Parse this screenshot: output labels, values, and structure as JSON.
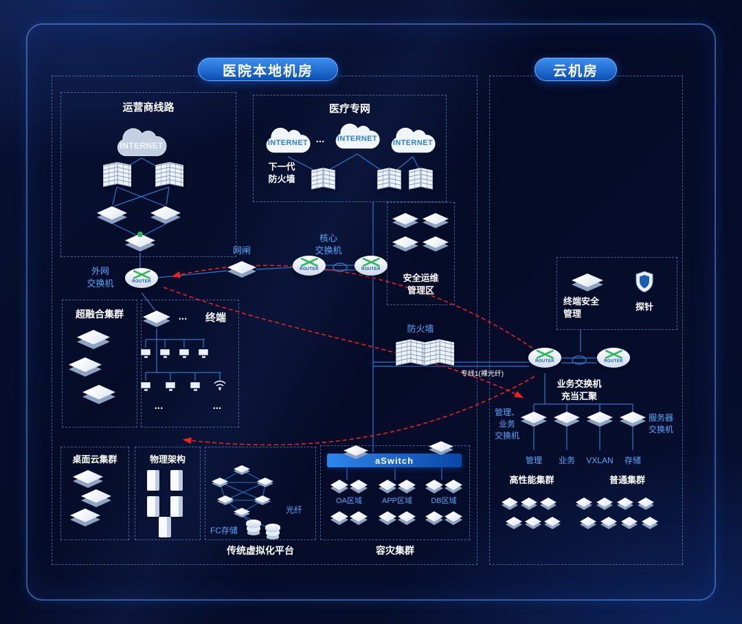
{
  "shared": {
    "router_label": "ROUTER",
    "internet": "INTERNET",
    "dots": "..."
  },
  "colors": {
    "accent_blue": "#2f86ea",
    "line_blue": "#2f7fd8",
    "label_blue": "#56a8ff",
    "alert_red": "#ee2222",
    "background": "#060d2e"
  },
  "hospital": {
    "badge": "医院本地机房",
    "carrier": {
      "title": "运营商线路"
    },
    "medical": {
      "title": "医疗专网",
      "ngfw": "下一代\n防火墙"
    },
    "gateway": "网闸",
    "core_switch": "核心\n交换机",
    "sec_ops": "安全运维\n管理区",
    "ext_switch": "外网\n交换机",
    "hci": "超融合集群",
    "terminal": "终端",
    "firewall": "防火墙",
    "leased_line": "专线1(裸光纤)",
    "desktop_cloud": "桌面云集群",
    "physical": "物理架构",
    "virtualization": {
      "title": "传统虚拟化平台",
      "fiber": "光纤",
      "fc_storage": "FC存储"
    },
    "dr": {
      "title": "容灾集群",
      "aswitch": "aSwitch",
      "zone_oa": "OA区域",
      "zone_app": "APP区域",
      "zone_db": "DB区域"
    }
  },
  "cloud_room": {
    "badge": "云机房",
    "terminal_security": "终端安全\n管理",
    "probe": "探针",
    "biz_switch": "业务交换机\n充当汇聚",
    "mgmt_biz_switch": "管理、\n业务\n交换机",
    "server_switch": "服务器\n交换机",
    "net_mgmt": "管理",
    "net_biz": "业务",
    "net_vxlan": "VXLAN",
    "net_storage": "存储",
    "hpc": "高性能集群",
    "ordinary": "普通集群"
  }
}
